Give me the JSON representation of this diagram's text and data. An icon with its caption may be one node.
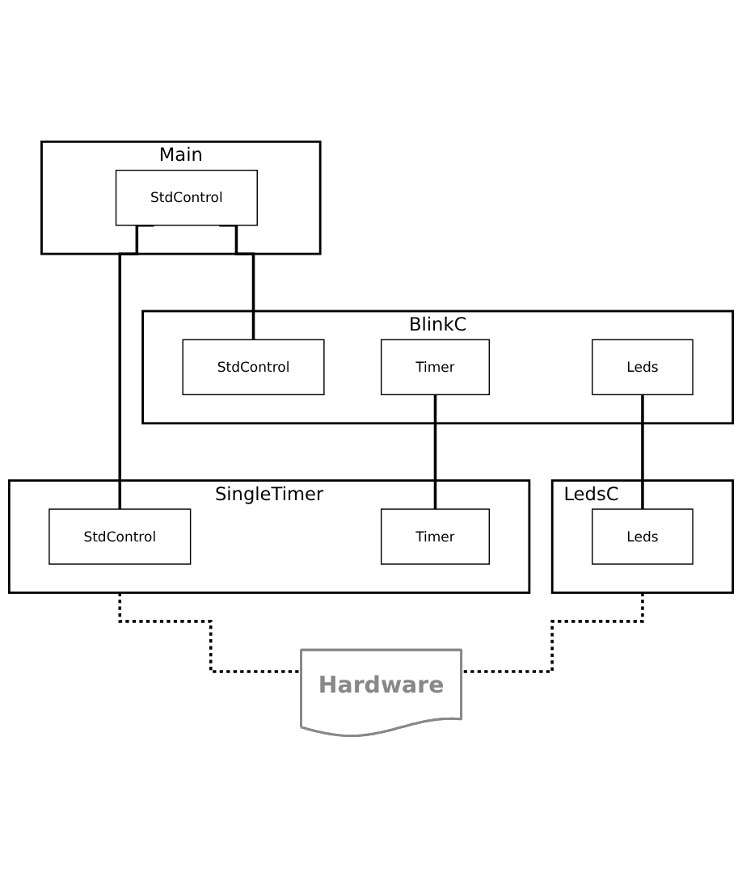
{
  "diagram": {
    "nodes": [
      {
        "text": [
          "Main"
        ]
      },
      {
        "text": [
          "StdControl"
        ],
        "in": 0
      },
      {
        "text": [
          "BlinkC"
        ]
      },
      {
        "text": [
          "StdControl"
        ],
        "in": 2
      },
      {
        "text": [
          "Timer"
        ],
        "in": 2
      },
      {
        "text": [
          "Leds"
        ],
        "in": 2
      },
      {
        "text": [
          "SingleTimer"
        ]
      },
      {
        "text": [
          "StdControl"
        ],
        "in": 6
      },
      {
        "text": [
          "Timer"
        ],
        "in": 6
      },
      {
        "text": [
          "LedsC"
        ]
      },
      {
        "text": [
          "Leds"
        ],
        "in": 9
      },
      {
        "text": [
          "Hardware"
        ]
      }
    ],
    "edges": [
      {
        "from": 1,
        "to": 3,
        "arrow": "none"
      },
      {
        "from": 1,
        "to": 7,
        "arrow": "none"
      },
      {
        "from": 4,
        "to": 8,
        "arrow": "none"
      },
      {
        "from": 5,
        "to": 10,
        "arrow": "none"
      },
      {
        "from": 6,
        "to": 11,
        "arrow": "none",
        "style": "dashed"
      },
      {
        "from": 9,
        "to": 11,
        "arrow": "none",
        "style": "dashed"
      }
    ]
  }
}
